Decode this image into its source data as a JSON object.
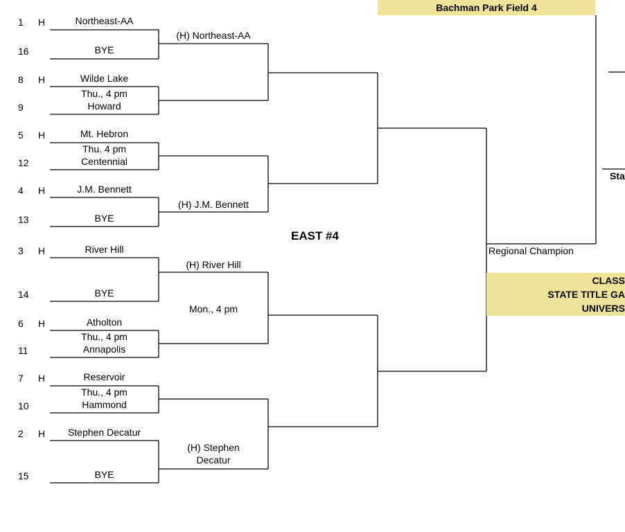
{
  "top_box": {
    "label": "Bachman Park Field 4"
  },
  "region_label": "EAST #4",
  "regional_champion_label": "Regional Champion",
  "state_stub": "Sta",
  "state_box": {
    "line1": "CLASS",
    "line2": "STATE TITLE GA",
    "line3": "UNIVERS"
  },
  "home_marker": "H",
  "seeds": [
    {
      "seed": "1",
      "home": true,
      "team": "Northeast-AA"
    },
    {
      "seed": "16",
      "home": false,
      "team": "BYE"
    },
    {
      "seed": "8",
      "home": true,
      "team": "Wilde Lake"
    },
    {
      "seed": "9",
      "home": false,
      "team": "Howard"
    },
    {
      "seed": "5",
      "home": true,
      "team": "Mt. Hebron"
    },
    {
      "seed": "12",
      "home": false,
      "team": "Centennial"
    },
    {
      "seed": "4",
      "home": true,
      "team": "J.M. Bennett"
    },
    {
      "seed": "13",
      "home": false,
      "team": "BYE"
    },
    {
      "seed": "3",
      "home": true,
      "team": "River Hill"
    },
    {
      "seed": "14",
      "home": false,
      "team": "BYE"
    },
    {
      "seed": "6",
      "home": true,
      "team": "Atholton"
    },
    {
      "seed": "11",
      "home": false,
      "team": "Annapolis"
    },
    {
      "seed": "7",
      "home": true,
      "team": "Reservoir"
    },
    {
      "seed": "10",
      "home": false,
      "team": "Hammond"
    },
    {
      "seed": "2",
      "home": true,
      "team": "Stephen Decatur"
    },
    {
      "seed": "15",
      "home": false,
      "team": "BYE"
    }
  ],
  "first_round_times": [
    "Thu., 4 pm",
    "Thu. 4 pm",
    "Thu., 4 pm",
    "Thu., 4 pm"
  ],
  "quarterfinal": {
    "advancers": [
      "(H) Northeast-AA",
      "(H) J.M. Bennett",
      "(H) River Hill"
    ],
    "decatur_line1": "(H) Stephen",
    "decatur_line2": "Decatur",
    "time": "Mon., 4 pm"
  }
}
